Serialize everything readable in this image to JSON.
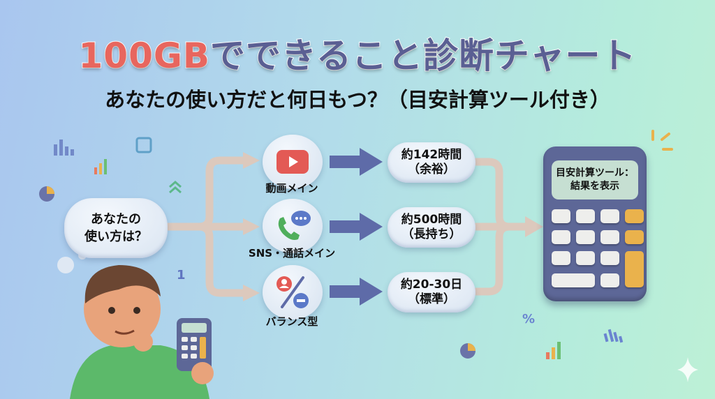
{
  "title": {
    "highlight": "100GB",
    "rest": "でできること診断チャート"
  },
  "subtitle": "あなたの使い方だと何日もつ？（目安計算ツール付き）",
  "start": {
    "line1": "あなたの",
    "line2": "使い方は？"
  },
  "branches": [
    {
      "label": "動画メイン",
      "icon": "video-play-icon",
      "result_line1": "約142時間",
      "result_line2": "（余裕）"
    },
    {
      "label": "SNS・通話メイン",
      "icon": "phone-chat-icon",
      "result_line1": "約500時間",
      "result_line2": "（長持ち）"
    },
    {
      "label": "バランス型",
      "icon": "balance-percent-icon",
      "result_line1": "約20-30日",
      "result_line2": "（標準）"
    }
  ],
  "calculator": {
    "line1": "目安計算ツール：",
    "line2": "結果を表示"
  },
  "colors": {
    "accent_red": "#e8665e",
    "title_blue": "#5a5f93",
    "arrow_blue": "#5e6ba8",
    "connector": "#dcc9bd",
    "calc_body": "#5d6797",
    "calc_orange": "#eab24c"
  }
}
